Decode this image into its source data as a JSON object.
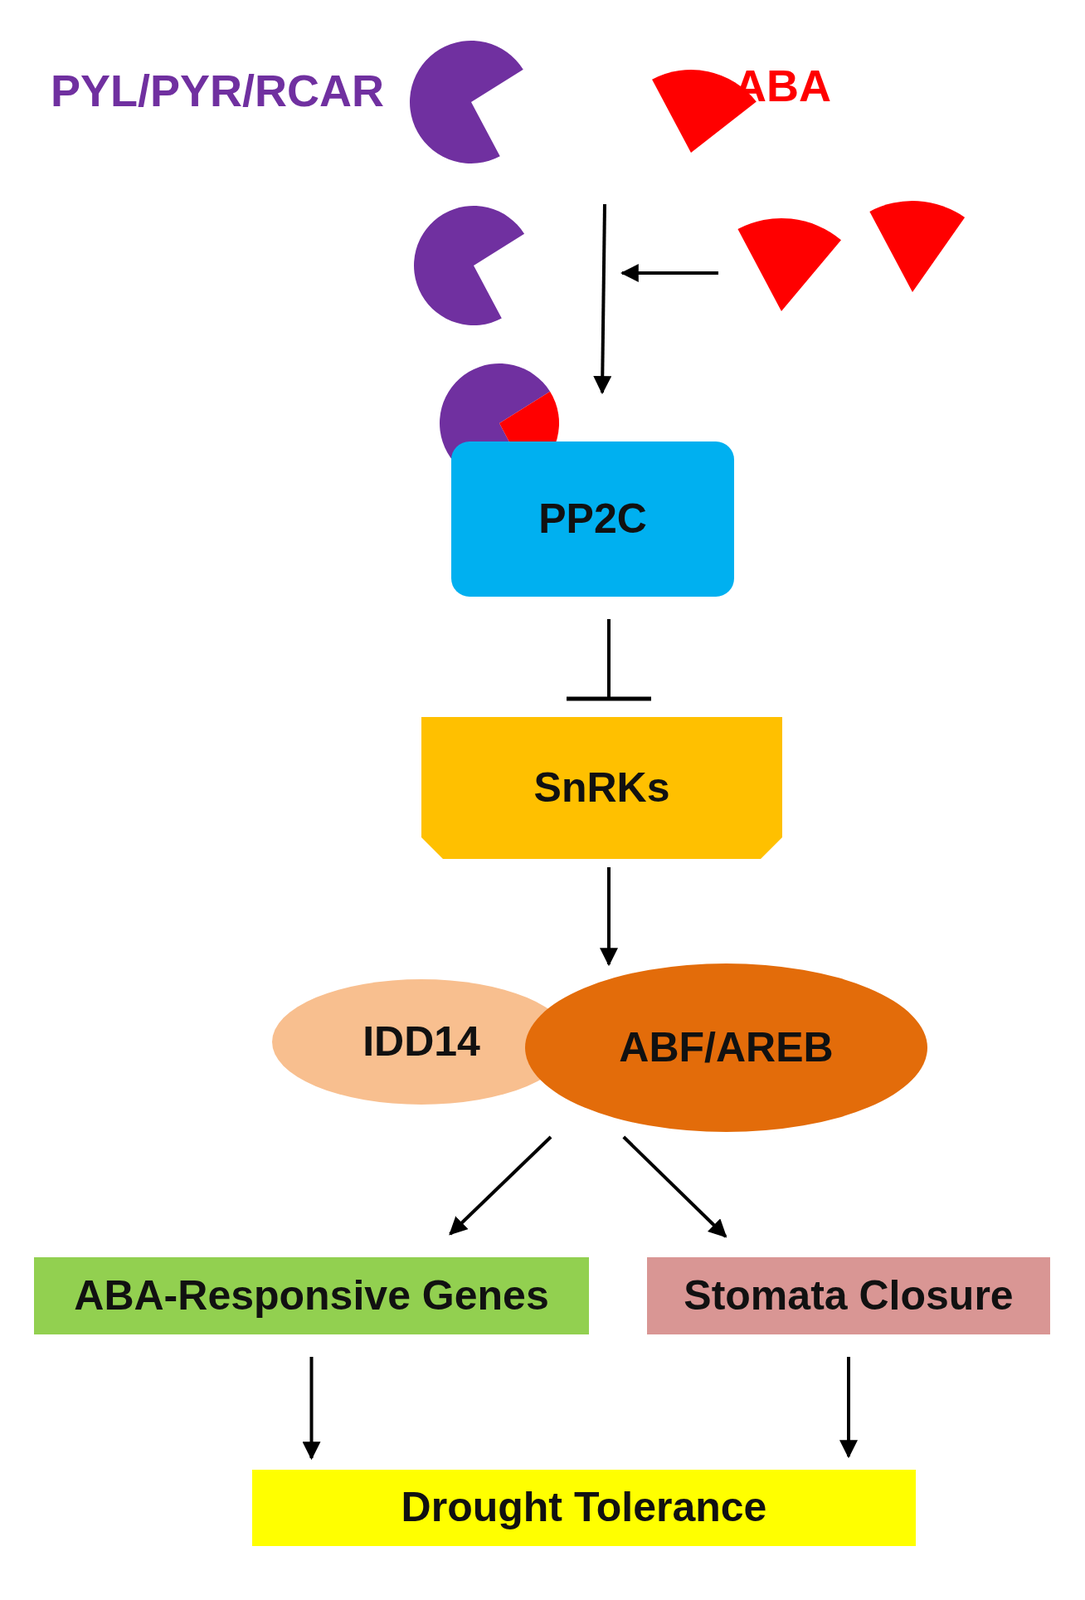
{
  "diagram": {
    "nodes": [
      {
        "text": [
          "PP2C"
        ]
      },
      {
        "text": [
          "SnRKs"
        ]
      },
      {
        "text": [
          "IDD14"
        ]
      },
      {
        "text": [
          "ABF/AREB"
        ]
      },
      {
        "text": [
          "ABA-Responsive Genes"
        ]
      },
      {
        "text": [
          "Stomata Closure"
        ]
      },
      {
        "text": [
          "Drought Tolerance"
        ]
      }
    ],
    "edges": [
      {
        "from": 0,
        "to": 1,
        "arrow": "to"
      },
      {
        "from": 1,
        "to": 3,
        "arrow": "to"
      },
      {
        "from": 3,
        "to": 4,
        "arrow": "to"
      },
      {
        "from": 3,
        "to": 5,
        "arrow": "to"
      },
      {
        "from": 4,
        "to": 6,
        "arrow": "to"
      },
      {
        "from": 5,
        "to": 6,
        "arrow": "to"
      }
    ],
    "labels": [
      "PYL/PYR/RCAR",
      "ABA"
    ]
  }
}
